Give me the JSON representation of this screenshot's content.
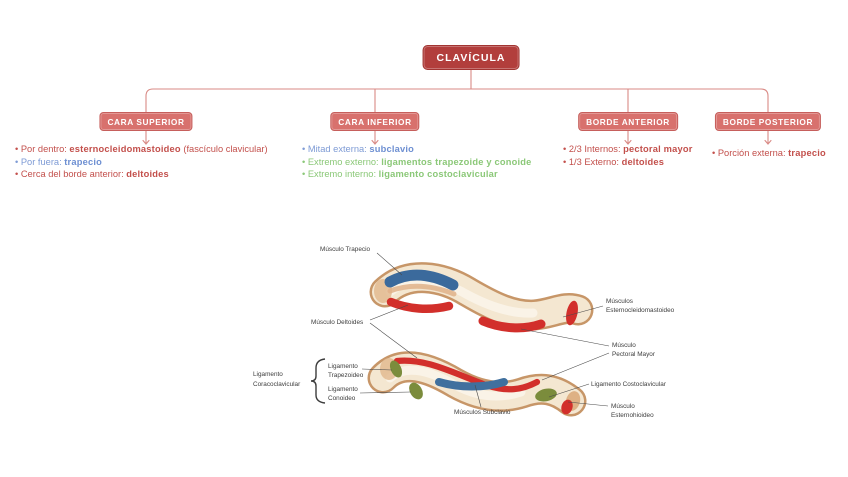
{
  "flowchart": {
    "root": {
      "label": "CLAVÍCULA"
    },
    "branches": [
      {
        "label": "CARA SUPERIOR",
        "bullets": [
          {
            "prefix": "Por dentro: ",
            "bold": "esternocleidomastoideo",
            "suffix": " (fascículo clavicular)",
            "color": "red"
          },
          {
            "prefix": "Por fuera: ",
            "bold": "trapecio",
            "suffix": "",
            "color": "blue"
          },
          {
            "prefix": "Cerca del borde anterior: ",
            "bold": "deltoides",
            "suffix": "",
            "color": "red"
          }
        ]
      },
      {
        "label": "CARA INFERIOR",
        "bullets": [
          {
            "prefix": "Mitad externa: ",
            "bold": "subclavio",
            "suffix": "",
            "color": "blue"
          },
          {
            "prefix": "Extremo externo: ",
            "bold": "ligamentos trapezoide y conoide",
            "suffix": "",
            "color": "green"
          },
          {
            "prefix": "Extremo interno: ",
            "bold": "ligamento costoclavicular",
            "suffix": "",
            "color": "green"
          }
        ]
      },
      {
        "label": "BORDE ANTERIOR",
        "bullets": [
          {
            "prefix": "2/3 Internos: ",
            "bold": "pectoral mayor",
            "suffix": "",
            "color": "red"
          },
          {
            "prefix": "1/3 Externo: ",
            "bold": "deltoides",
            "suffix": "",
            "color": "red"
          }
        ]
      },
      {
        "label": "BORDE POSTERIOR",
        "bullets": [
          {
            "prefix": "Porción externa: ",
            "bold": "trapecio",
            "suffix": "",
            "color": "red"
          }
        ]
      }
    ]
  },
  "illustration": {
    "labels": {
      "musculo_trapecio": "Músculo Trapecio",
      "musculo_deltoides": "Músculo Deltoides",
      "musculos": "Músculos",
      "esternocleidomastoideo": "Esternocleidomastoideo",
      "musculo": "Músculo",
      "pectoral_mayor": "Pectoral Mayor",
      "ligamento": "Ligamento",
      "coracoclavicular": "Coracoclavicular",
      "trapezoideo": "Trapezoideo",
      "conoideo": "Conoideo",
      "musculos_subclavio": "Músculos Subclavio",
      "ligamento_costoclavicular": "Ligamento Costoclavicular",
      "esternohioideo": "Esternohioideo"
    }
  },
  "colors": {
    "root_box": "#b23e3c",
    "branch_box": "#d8716d",
    "connector": "#d98a85",
    "text_red": "#c3504c",
    "text_blue": "#7e9bd5",
    "text_green": "#8bc878",
    "bone_edge": "#c79668",
    "bone_fill": "#f4e7d1",
    "patch_red": "#d22f2b",
    "patch_blue": "#3b6a9c",
    "patch_green": "#7b8c3c"
  }
}
